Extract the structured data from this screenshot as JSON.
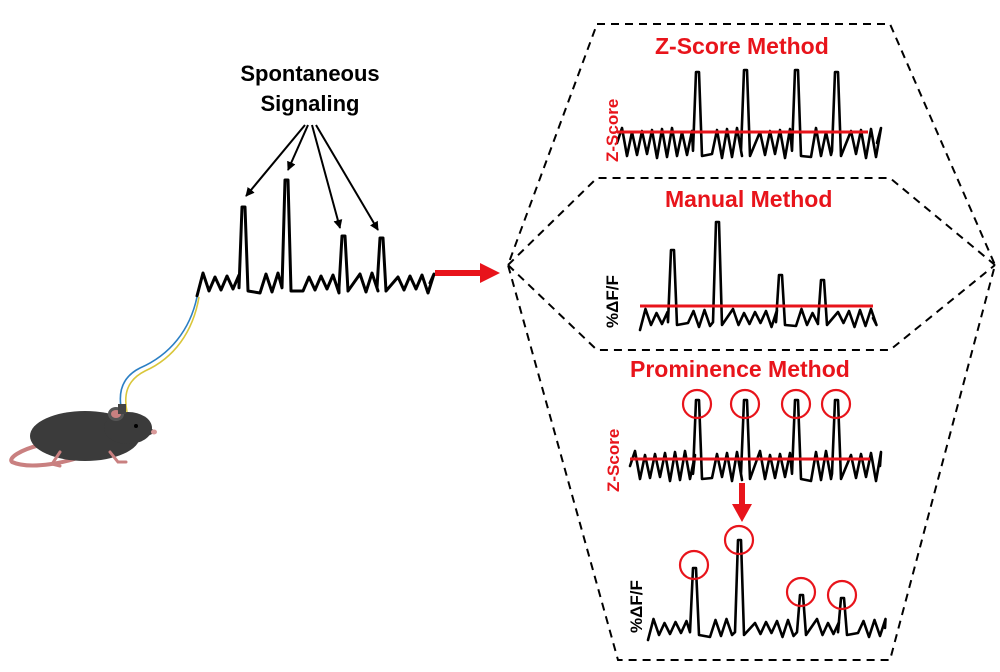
{
  "colors": {
    "accent": "#e8141b",
    "trace": "#000000",
    "dashed_border": "#000000"
  },
  "source_label": {
    "line1": "Spontaneous",
    "line2": "Signaling"
  },
  "panels": {
    "zscore": {
      "title": "Z-Score Method",
      "ylabel": "Z-Score"
    },
    "manual": {
      "title": "Manual Method",
      "ylabel": "%ΔF/F"
    },
    "prominence": {
      "title": "Prominence Method",
      "ylabel_top": "Z-Score",
      "ylabel_bottom": "%ΔF/F"
    }
  },
  "icons": {
    "subject": "mouse-with-fiber-optic-icon"
  }
}
